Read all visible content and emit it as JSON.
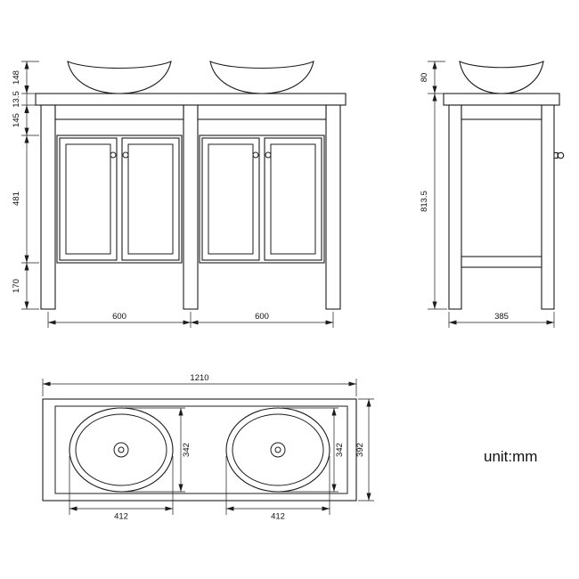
{
  "unit_label": "unit:mm",
  "front_view": {
    "left_dims": {
      "sink_height": "148",
      "counter_thickness": "13.5",
      "apron_height": "145",
      "cabinet_height": "481",
      "leg_clearance": "170"
    },
    "bottom_dims": {
      "left_section": "600",
      "right_section": "600"
    }
  },
  "side_view": {
    "sink_height": "80",
    "body_height": "813.5",
    "depth": "385"
  },
  "top_view": {
    "total_width": "1210",
    "left_sink_depth": "342",
    "right_sink_depth": "342",
    "counter_depth": "392",
    "left_sink_width": "412",
    "right_sink_width": "412"
  }
}
